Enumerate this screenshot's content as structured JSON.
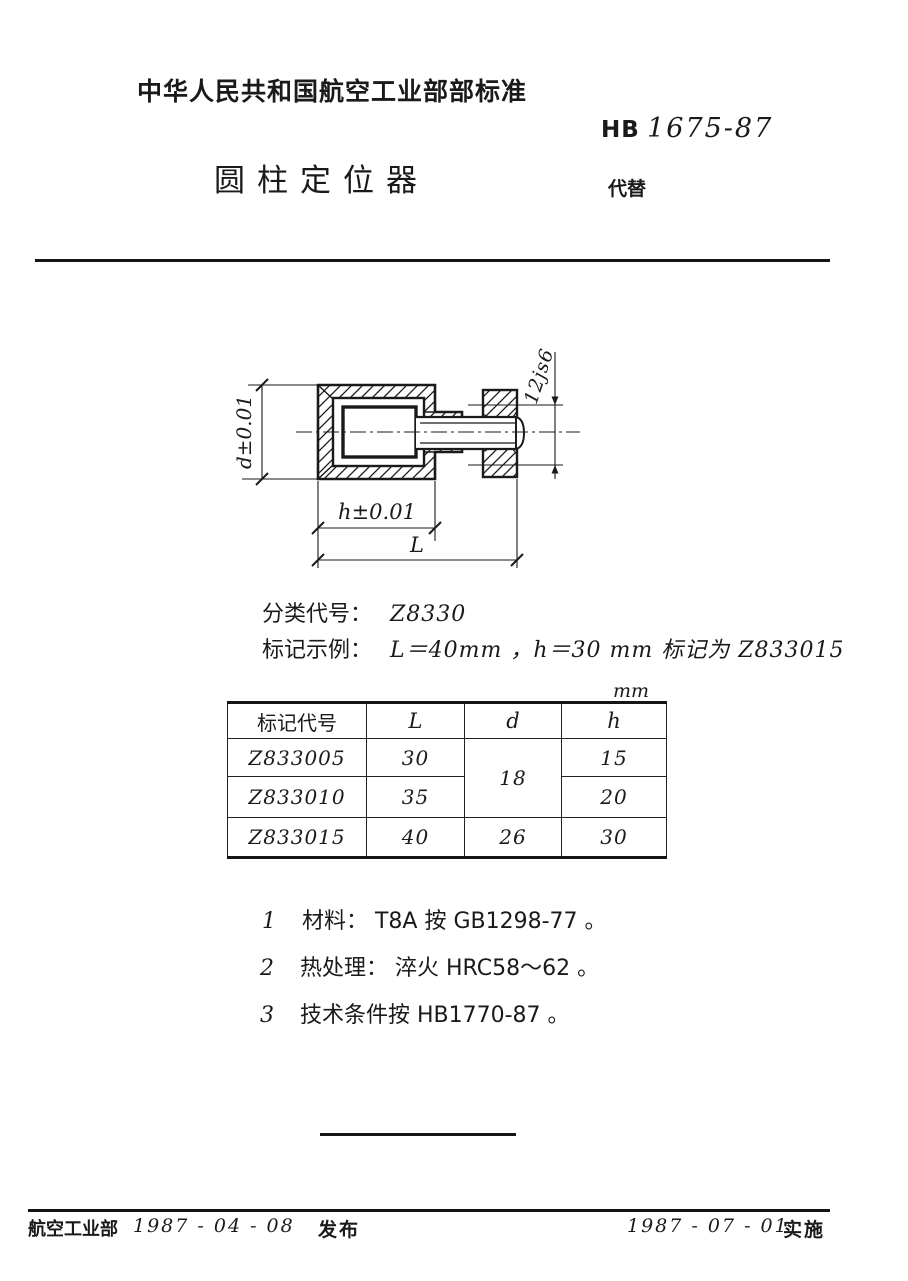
{
  "colors": {
    "ink": "#1a1a1a",
    "paper": "#ffffff"
  },
  "header": {
    "org": "中华人民共和国航空工业部部标准",
    "standard_prefix": "HB",
    "standard_number": "1675-87",
    "title": "圆柱定位器",
    "supersedes": "代替"
  },
  "drawing": {
    "dim_d": "d±0.01",
    "dim_shaft": "12js6",
    "dim_h": "h±0.01",
    "dim_L": "L"
  },
  "classification": {
    "label": "分类代号：",
    "value": "Z8330"
  },
  "example": {
    "label": "标记示例：",
    "value": "L＝40mm ，h＝30 mm 标记为 Z833015"
  },
  "table": {
    "unit": "mm",
    "headers": [
      "标记代号",
      "L",
      "d",
      "h"
    ],
    "rows": [
      {
        "code": "Z833005",
        "L": "30",
        "d": "18",
        "h": "15"
      },
      {
        "code": "Z833010",
        "L": "35",
        "d": "",
        "h": "20"
      },
      {
        "code": "Z833015",
        "L": "40",
        "d": "26",
        "h": "30"
      }
    ]
  },
  "notes": [
    {
      "no": "1",
      "text": "材料： T8A 按 GB1298-77 。"
    },
    {
      "no": "2",
      "text": "热处理： 淬火 HRC58～62 。"
    },
    {
      "no": "3",
      "text": "技术条件按 HB1770-87 。"
    }
  ],
  "footer": {
    "org": "航空工业部",
    "issue_date": "1987 - 04 - 08",
    "issue_label": "发布",
    "impl_date": "1987 - 07 - 01",
    "impl_label": "实施"
  }
}
